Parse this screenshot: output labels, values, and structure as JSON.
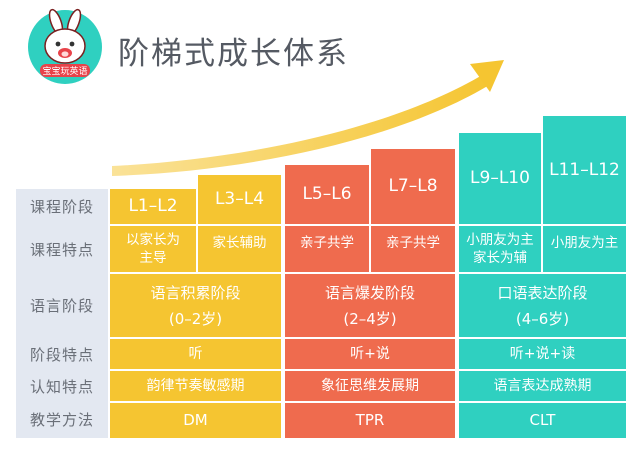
{
  "header": {
    "logo_text": "宝宝玩英语",
    "title": "阶梯式成长体系"
  },
  "rows": {
    "course_stage": "课程阶段",
    "course_features": "课程特点",
    "language_stage": "语言阶段",
    "stage_features": "阶段特点",
    "cognitive_features": "认知特点",
    "teaching_method": "教学方法"
  },
  "levels": [
    {
      "level": "L1–L2",
      "feature_1": "以家长为",
      "feature_2": "主导"
    },
    {
      "level": "L3–L4",
      "feature_1": "家长辅助",
      "feature_2": ""
    },
    {
      "level": "L5–L6",
      "feature_1": "亲子共学",
      "feature_2": ""
    },
    {
      "level": "L7–L8",
      "feature_1": "亲子共学",
      "feature_2": ""
    },
    {
      "level": "L9–L10",
      "feature_1": "小朋友为主",
      "feature_2": "家长为辅"
    },
    {
      "level": "L11–L12",
      "feature_1": "小朋友为主",
      "feature_2": ""
    }
  ],
  "groups": [
    {
      "stage": "语言积累阶段",
      "age": "(0–2岁)",
      "skills": "听",
      "cognition": "韵律节奏敏感期",
      "method": "DM"
    },
    {
      "stage": "语言爆发阶段",
      "age": "(2–4岁)",
      "skills": "听+说",
      "cognition": "象征思维发展期",
      "method": "TPR"
    },
    {
      "stage": "口语表达阶段",
      "age": "(4–6岁)",
      "skills": "听+说+读",
      "cognition": "语言表达成熟期",
      "method": "CLT"
    }
  ],
  "colors": {
    "yellow": "#f5c531",
    "orange": "#ef6b4e",
    "teal": "#2fd0c0",
    "label_band": "#e3e8f1",
    "title": "#555a63"
  }
}
